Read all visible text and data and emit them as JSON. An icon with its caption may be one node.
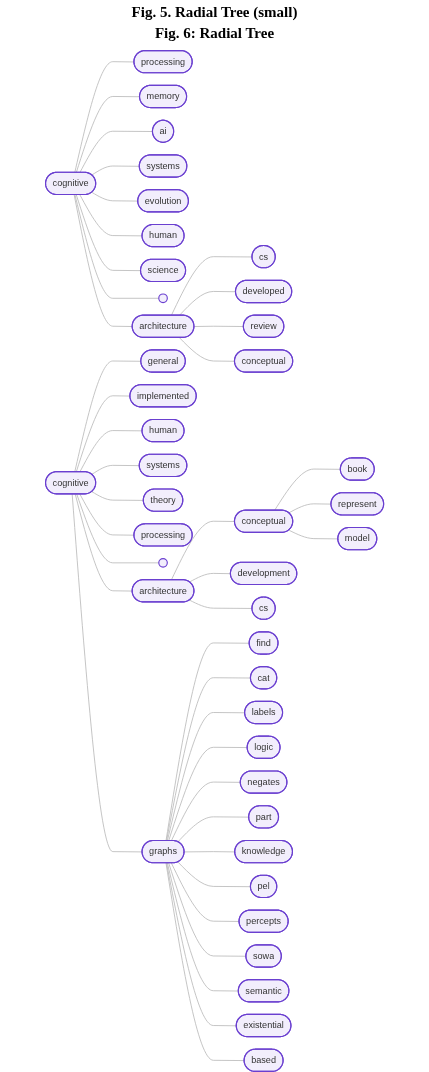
{
  "diagram": {
    "nodes": [
      {
        "text": [
          "cognitive"
        ]
      },
      {
        "text": [
          "processing"
        ]
      },
      {
        "text": [
          "memory"
        ]
      },
      {
        "text": [
          "ai"
        ]
      },
      {
        "text": [
          "systems"
        ]
      },
      {
        "text": [
          "evolution"
        ]
      },
      {
        "text": [
          "human"
        ]
      },
      {
        "text": [
          "science"
        ]
      },
      {
        "text": [],
        "shape": "circle"
      },
      {
        "text": [
          "architecture"
        ]
      },
      {
        "text": [
          "cs"
        ]
      },
      {
        "text": [
          "developed"
        ]
      },
      {
        "text": [
          "review"
        ]
      },
      {
        "text": [
          "conceptual"
        ]
      },
      {
        "text": [
          "cognitive"
        ]
      },
      {
        "text": [
          "general"
        ]
      },
      {
        "text": [],
        "shape": "circle"
      },
      {
        "text": [
          "implemented"
        ]
      },
      {
        "text": [
          "human"
        ]
      },
      {
        "text": [
          "systems"
        ]
      },
      {
        "text": [
          "theory"
        ]
      },
      {
        "text": [
          "processing"
        ]
      },
      {
        "text": [
          "graphs"
        ]
      },
      {
        "text": [
          "architecture"
        ]
      },
      {
        "text": [
          "conceptual"
        ]
      },
      {
        "text": [
          "book"
        ]
      },
      {
        "text": [
          "represent"
        ]
      },
      {
        "text": [
          "model"
        ]
      },
      {
        "text": [
          "development"
        ]
      },
      {
        "text": [
          "cs"
        ]
      },
      {
        "text": [
          "find"
        ]
      },
      {
        "text": [
          "cat"
        ]
      },
      {
        "text": [
          "labels"
        ]
      },
      {
        "text": [
          "logic"
        ]
      },
      {
        "text": [
          "negates"
        ]
      },
      {
        "text": [
          "part"
        ]
      },
      {
        "text": [
          "knowledge"
        ]
      },
      {
        "text": [
          "pel"
        ]
      },
      {
        "text": [
          "percepts"
        ]
      },
      {
        "text": [
          "sowa"
        ]
      },
      {
        "text": [
          "semantic"
        ]
      },
      {
        "text": [
          "existential"
        ]
      },
      {
        "text": [
          "based"
        ]
      }
    ],
    "edges": [
      {
        "from": 0,
        "to": 1,
        "arrow": "none"
      },
      {
        "from": 0,
        "to": 2,
        "arrow": "none"
      },
      {
        "from": 0,
        "to": 3,
        "arrow": "none"
      },
      {
        "from": 0,
        "to": 4,
        "arrow": "none"
      },
      {
        "from": 0,
        "to": 5,
        "arrow": "none"
      },
      {
        "from": 0,
        "to": 6,
        "arrow": "none"
      },
      {
        "from": 0,
        "to": 7,
        "arrow": "none"
      },
      {
        "from": 0,
        "to": 8,
        "arrow": "none"
      },
      {
        "from": 0,
        "to": 9,
        "arrow": "none"
      },
      {
        "from": 9,
        "to": 10,
        "arrow": "none"
      },
      {
        "from": 9,
        "to": 11,
        "arrow": "none"
      },
      {
        "from": 9,
        "to": 12,
        "arrow": "none"
      },
      {
        "from": 9,
        "to": 13,
        "arrow": "none"
      },
      {
        "from": 14,
        "to": 15,
        "arrow": "none"
      },
      {
        "from": 14,
        "to": 16,
        "arrow": "none"
      },
      {
        "from": 14,
        "to": 17,
        "arrow": "none"
      },
      {
        "from": 14,
        "to": 18,
        "arrow": "none"
      },
      {
        "from": 14,
        "to": 19,
        "arrow": "none"
      },
      {
        "from": 14,
        "to": 20,
        "arrow": "none"
      },
      {
        "from": 14,
        "to": 21,
        "arrow": "none"
      },
      {
        "from": 14,
        "to": 22,
        "arrow": "none"
      },
      {
        "from": 14,
        "to": 23,
        "arrow": "none"
      },
      {
        "from": 23,
        "to": 24,
        "arrow": "none"
      },
      {
        "from": 23,
        "to": 28,
        "arrow": "none"
      },
      {
        "from": 23,
        "to": 29,
        "arrow": "none"
      },
      {
        "from": 24,
        "to": 25,
        "arrow": "none"
      },
      {
        "from": 24,
        "to": 26,
        "arrow": "none"
      },
      {
        "from": 24,
        "to": 27,
        "arrow": "none"
      },
      {
        "from": 22,
        "to": 30,
        "arrow": "none"
      },
      {
        "from": 22,
        "to": 31,
        "arrow": "none"
      },
      {
        "from": 22,
        "to": 32,
        "arrow": "none"
      },
      {
        "from": 22,
        "to": 33,
        "arrow": "none"
      },
      {
        "from": 22,
        "to": 34,
        "arrow": "none"
      },
      {
        "from": 22,
        "to": 35,
        "arrow": "none"
      },
      {
        "from": 22,
        "to": 36,
        "arrow": "none"
      },
      {
        "from": 22,
        "to": 37,
        "arrow": "none"
      },
      {
        "from": 22,
        "to": 38,
        "arrow": "none"
      },
      {
        "from": 22,
        "to": 39,
        "arrow": "none"
      },
      {
        "from": 22,
        "to": 40,
        "arrow": "none"
      },
      {
        "from": 22,
        "to": 41,
        "arrow": "none"
      },
      {
        "from": 22,
        "to": 42,
        "arrow": "none"
      }
    ],
    "labels": [
      "Fig. 5. Radial Tree (small)",
      "Fig. 6: Radial Tree"
    ]
  }
}
